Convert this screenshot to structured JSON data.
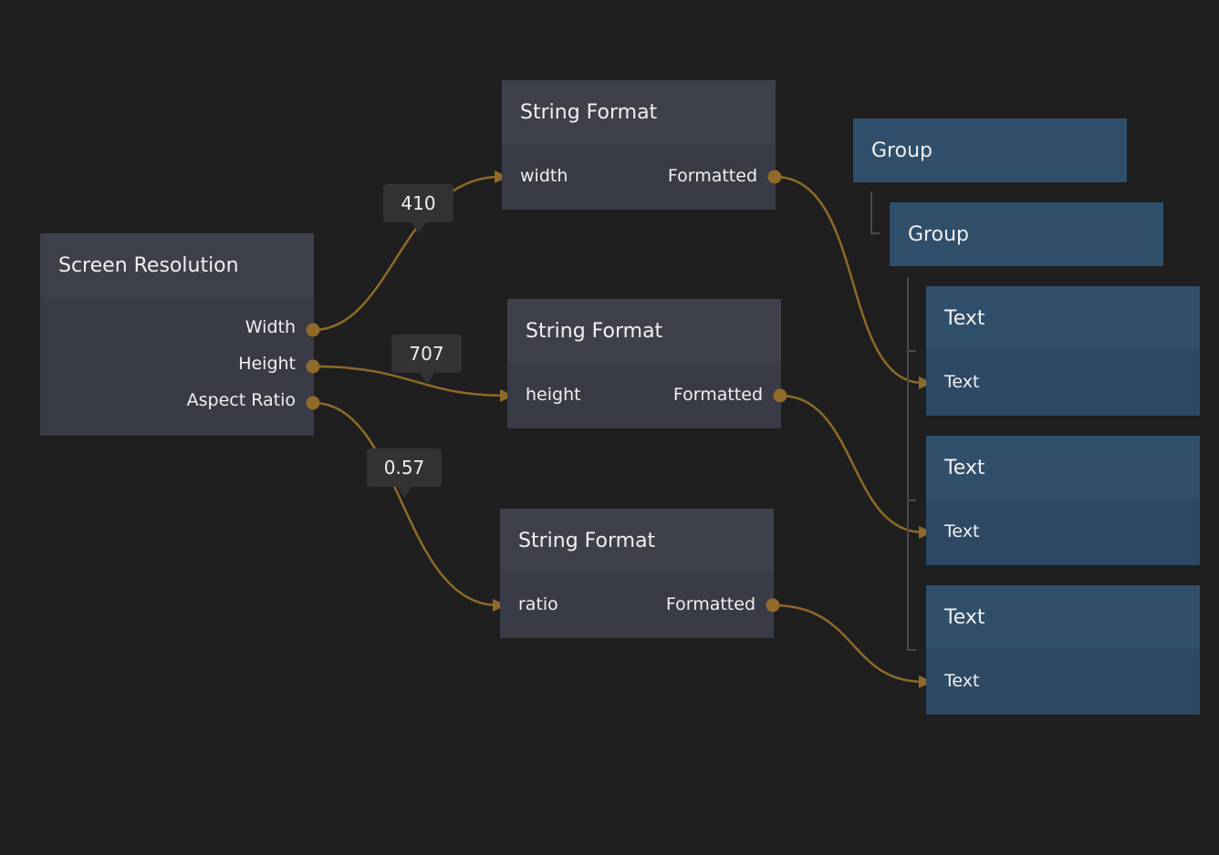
{
  "colors": {
    "background": "#1f1f1f",
    "wire": "#8f6a2a",
    "grey_header": "#3e414c",
    "grey_body": "#393b47",
    "blue_header": "#304f6b",
    "blue_body": "#2d4964"
  },
  "screen_resolution": {
    "title": "Screen Resolution",
    "outputs": [
      "Width",
      "Height",
      "Aspect Ratio"
    ]
  },
  "string_formats": [
    {
      "title": "String Format",
      "input": "width",
      "output": "Formatted"
    },
    {
      "title": "String Format",
      "input": "height",
      "output": "Formatted"
    },
    {
      "title": "String Format",
      "input": "ratio",
      "output": "Formatted"
    }
  ],
  "groups": [
    {
      "title": "Group"
    },
    {
      "title": "Group"
    }
  ],
  "texts": [
    {
      "title": "Text",
      "input": "Text"
    },
    {
      "title": "Text",
      "input": "Text"
    },
    {
      "title": "Text",
      "input": "Text"
    }
  ],
  "wire_values": [
    "410",
    "707",
    "0.57"
  ]
}
